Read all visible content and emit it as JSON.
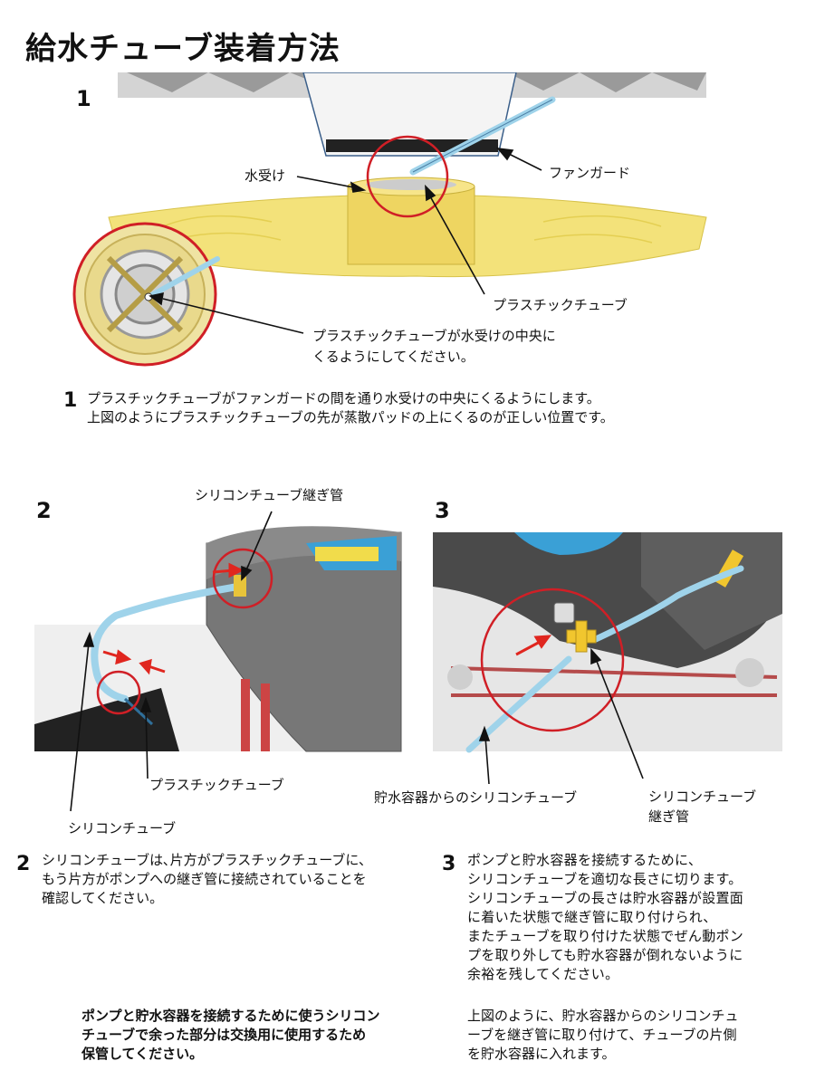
{
  "page_title": "給水チューブ装着方法",
  "section1": {
    "number": "1",
    "labels": {
      "water_tray": "水受け",
      "fan_guard": "ファンガード",
      "plastic_tube": "プラスチックチューブ",
      "callout_line1": "プラスチックチューブが水受けの中央に",
      "callout_line2": "くるようにしてください。"
    },
    "step": {
      "number": "1",
      "line1": "プラスチックチューブがファンガードの間を通り水受けの中央にくるようにします。",
      "line2": "上図のようにプラスチックチューブの先が蒸散パッドの上にくるのが正しい位置です。"
    }
  },
  "section2": {
    "number": "2",
    "labels": {
      "connector": "シリコンチューブ継ぎ管",
      "plastic_tube": "プラスチックチューブ",
      "silicone_tube": "シリコンチューブ"
    },
    "step": {
      "number": "2",
      "line1": "シリコンチューブは､片方がプラスチックチューブに､",
      "line2": "もう片方がポンプへの継ぎ管に接続されていることを",
      "line3": "確認してください。"
    },
    "note": {
      "line1": "ポンプと貯水容器を接続するために使うシリコン",
      "line2": "チューブで余った部分は交換用に使用するため",
      "line3": "保管してください。"
    }
  },
  "section3": {
    "number": "3",
    "labels": {
      "from_reservoir": "貯水容器からのシリコンチューブ",
      "connector_line1": "シリコンチューブ",
      "connector_line2": "継ぎ管"
    },
    "step": {
      "number": "3",
      "line1": "ポンプと貯水容器を接続するために、",
      "line2": "シリコンチューブを適切な長さに切ります。",
      "line3": "シリコンチューブの長さは貯水容器が設置面",
      "line4": "に着いた状態で継ぎ管に取り付けられ、",
      "line5": "またチューブを取り付けた状態でぜん動ポン",
      "line6": "プを取り外しても貯水容器が倒れないように",
      "line7": "余裕を残してください。"
    },
    "note": {
      "line1": "上図のように、貯水容器からのシリコンチュ",
      "line2": "ーブを継ぎ管に取り付けて、チューブの片側",
      "line3": "を貯水容器に入れます。"
    }
  },
  "colors": {
    "highlight_circle": "#d01f26",
    "tube_blue": "#9fd3ea",
    "yellow_plate": "#f3e27a",
    "arrow_red": "#e0261f"
  }
}
